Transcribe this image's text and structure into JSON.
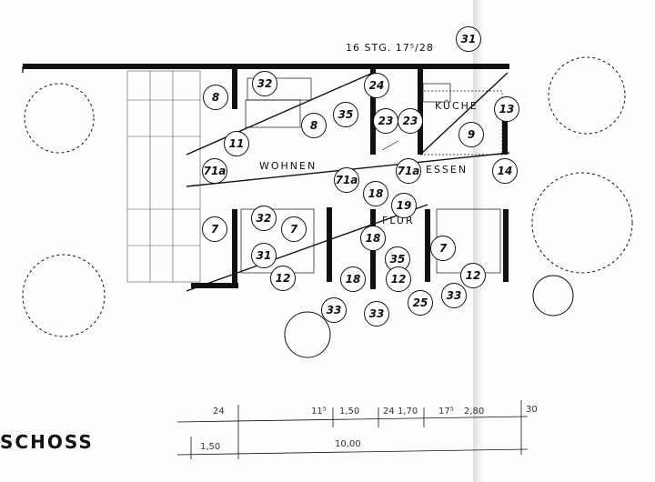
{
  "header_note": "16 STG. 17⁵/28",
  "rooms": {
    "wohnen": "WOHNEN",
    "essen": "ESSEN",
    "flur": "FLUR",
    "kueche": "KÜCHE"
  },
  "markers": [
    "31",
    "8",
    "32",
    "35",
    "8",
    "24",
    "23",
    "23",
    "13",
    "9",
    "11",
    "71a",
    "71a",
    "71a",
    "14",
    "18",
    "19",
    "7",
    "32",
    "7",
    "18",
    "31",
    "35",
    "7",
    "12",
    "18",
    "12",
    "12",
    "25",
    "33",
    "33",
    "33"
  ],
  "dimensions": {
    "row1": [
      "24",
      "11⁵",
      "1,50",
      "24",
      "1,70",
      "17⁵",
      "2,80",
      "30"
    ],
    "row2": [
      "1,50",
      "10,00"
    ]
  },
  "title": "SCHOSS"
}
